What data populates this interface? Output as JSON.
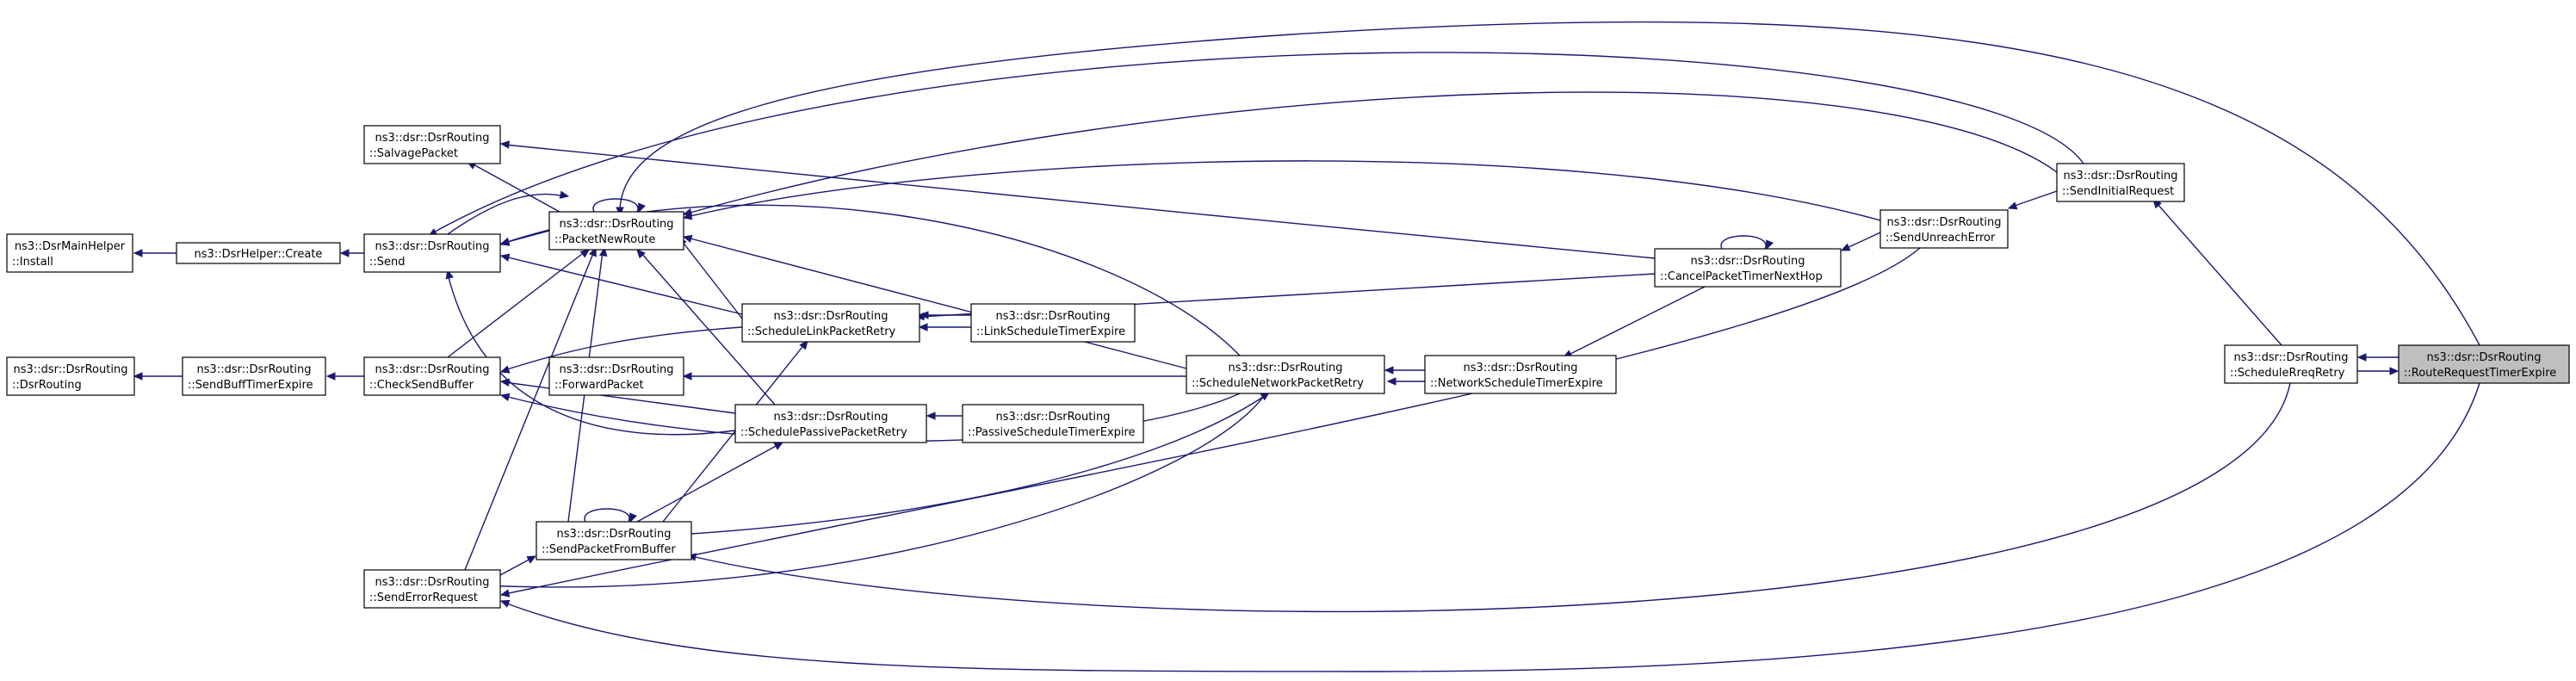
{
  "diagram": {
    "colors": {
      "edge": "#191970",
      "node_border": "#000000",
      "node_fill": "#ffffff",
      "highlight_fill": "#bfbfbf"
    },
    "nodes": {
      "install": {
        "line1": "ns3::DsrMainHelper",
        "line2": "::Install"
      },
      "create": {
        "line1": "ns3::DsrHelper::Create",
        "line2": ""
      },
      "send": {
        "line1": "ns3::dsr::DsrRouting",
        "line2": "::Send"
      },
      "salvage": {
        "line1": "ns3::dsr::DsrRouting",
        "line2": "::SalvagePacket"
      },
      "pnr": {
        "line1": "ns3::dsr::DsrRouting",
        "line2": "::PacketNewRoute"
      },
      "ctor": {
        "line1": "ns3::dsr::DsrRouting",
        "line2": "::DsrRouting"
      },
      "sbte": {
        "line1": "ns3::dsr::DsrRouting",
        "line2": "::SendBuffTimerExpire"
      },
      "csb": {
        "line1": "ns3::dsr::DsrRouting",
        "line2": "::CheckSendBuffer"
      },
      "fwd": {
        "line1": "ns3::dsr::DsrRouting",
        "line2": "::ForwardPacket"
      },
      "slpr": {
        "line1": "ns3::dsr::DsrRouting",
        "line2": "::ScheduleLinkPacketRetry"
      },
      "lste": {
        "line1": "ns3::dsr::DsrRouting",
        "line2": "::LinkScheduleTimerExpire"
      },
      "sppr": {
        "line1": "ns3::dsr::DsrRouting",
        "line2": "::SchedulePassivePacketRetry"
      },
      "pste": {
        "line1": "ns3::dsr::DsrRouting",
        "line2": "::PassiveScheduleTimerExpire"
      },
      "spfb": {
        "line1": "ns3::dsr::DsrRouting",
        "line2": "::SendPacketFromBuffer"
      },
      "ser": {
        "line1": "ns3::dsr::DsrRouting",
        "line2": "::SendErrorRequest"
      },
      "snpr": {
        "line1": "ns3::dsr::DsrRouting",
        "line2": "::ScheduleNetworkPacketRetry"
      },
      "nste": {
        "line1": "ns3::dsr::DsrRouting",
        "line2": "::NetworkScheduleTimerExpire"
      },
      "cptnh": {
        "line1": "ns3::dsr::DsrRouting",
        "line2": "::CancelPacketTimerNextHop"
      },
      "sue": {
        "line1": "ns3::dsr::DsrRouting",
        "line2": "::SendUnreachError"
      },
      "sir": {
        "line1": "ns3::dsr::DsrRouting",
        "line2": "::SendInitialRequest"
      },
      "srr": {
        "line1": "ns3::dsr::DsrRouting",
        "line2": "::ScheduleRreqRetry"
      },
      "rrte": {
        "line1": "ns3::dsr::DsrRouting",
        "line2": "::RouteRequestTimerExpire"
      }
    }
  }
}
